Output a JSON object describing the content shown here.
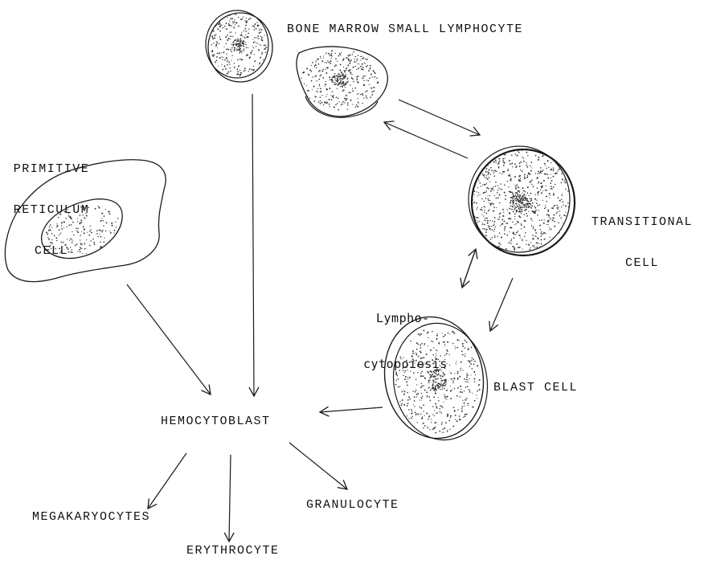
{
  "labels": {
    "bone_marrow": "BONE MARROW SMALL LYMPHOCYTE",
    "primitive_line1": "PRIMITIVE",
    "primitive_line2": "RETICULUM",
    "primitive_line3": "CELL",
    "transitional_line1": "TRANSITIONAL",
    "transitional_line2": "CELL",
    "lympho_line1": "Lympho-",
    "lympho_line2": "cytopoiesis",
    "blast": "BLAST CELL",
    "hemocytoblast": "HEMOCYTOBLAST",
    "megakaryocytes": "MEGAKARYOCYTES",
    "erythrocyte": "ERYTHROCYTE",
    "granulocyte": "GRANULOCYTE"
  },
  "colors": {
    "ink": "#1a1a1a",
    "stipple": "#333333"
  }
}
